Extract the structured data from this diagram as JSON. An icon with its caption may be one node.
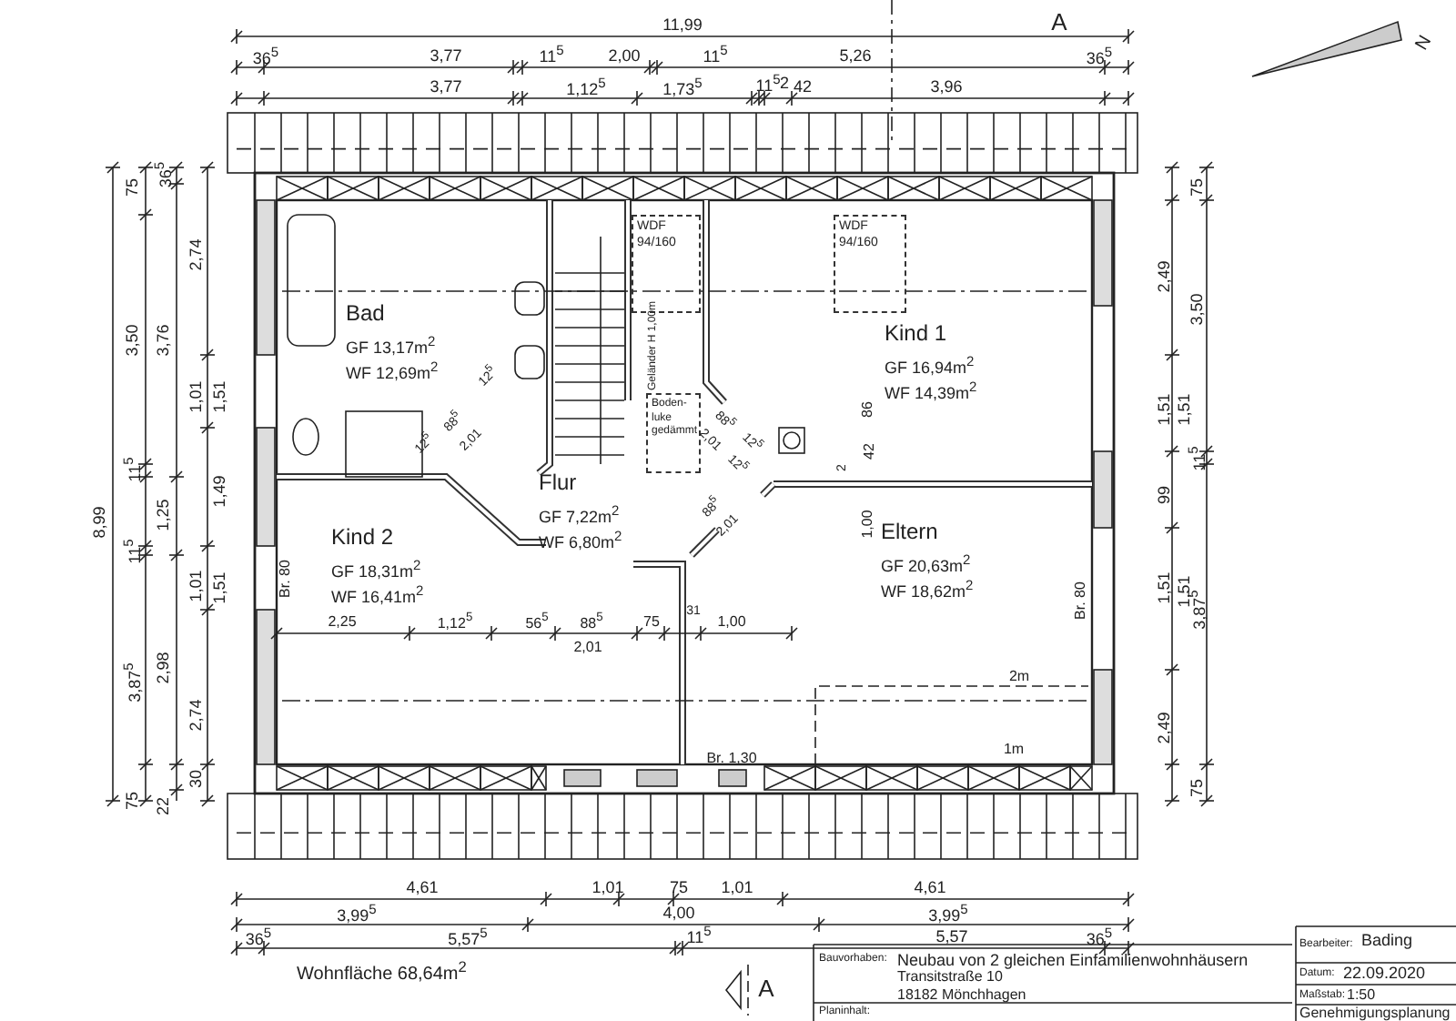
{
  "diagram": {
    "nodes": [
      {
        "text": [
          "Bad",
          "GF 13,17m$^{2}$",
          "WF 12,69m$^{2}$"
        ]
      },
      {
        "text": [
          "WDF 94/160"
        ]
      },
      {
        "text": [
          "WDF 94/160"
        ]
      },
      {
        "text": [
          "Kind 1",
          "GF 16,94m$^{2}$",
          "WF 14,39m$^{2}$"
        ]
      },
      {
        "text": [
          "Boden- luke gedämmt"
        ]
      },
      {
        "text": [
          "Flur",
          "GF 7,22m$^{2}$",
          "WF 6,80m$^{2}$"
        ]
      },
      {
        "text": [
          "Kind 2",
          "GF 18,31m$^{2}$",
          "WF 16,41m$^{2}$"
        ]
      },
      {
        "text": [
          "Eltern",
          "GF 20,63m$^{2}$",
          "WF 18,62m$^{2}$"
        ]
      }
    ],
    "edges": [],
    "labels": [
      "11,99",
      "A",
      "36$^{5}$",
      "3,77",
      "11$^{5}$",
      "2,00",
      "11$^{5}$",
      "5,26",
      "36$^{5}$",
      "3,77",
      "1,12$^{5}$",
      "1,73$^{5}$",
      "11$^{5}$",
      "2",
      "42",
      "3,96",
      "N",
      "8,99",
      "75",
      "3,50",
      "11$^{5}$",
      "11$^{5}$",
      "3,87$^{5}$",
      "75",
      "36$^{5}$",
      "3,76",
      "1,25",
      "2,98",
      "22",
      "2,74",
      "1,01",
      "1,01",
      "2,74",
      "30",
      "1,51",
      "1,49",
      "1,51",
      "12$^{5}$",
      "88$^{5}$",
      "2,01",
      "12$^{5}$",
      "Geländer H 1,00m",
      "88$^{5}$",
      "2,01",
      "12$^{5}$",
      "12$^{5}$",
      "86",
      "42",
      "2",
      "88$^{5}$",
      "2,01",
      "1,00",
      "Br. 80",
      "2,25",
      "1,12$^{5}$",
      "56$^{5}$",
      "88$^{5}$",
      "2,01",
      "75",
      "31",
      "1,00",
      "Br. 80",
      "2m",
      "1m",
      "Br. 1,30",
      "75",
      "2,49",
      "3,50",
      "1,51",
      "1,51",
      "11$^{5}$",
      "99",
      "1,51",
      "1,51",
      "3,87$^{5}$",
      "2,49",
      "75",
      "4,61",
      "1,01",
      "75",
      "1,01",
      "4,61",
      "3,99$^{5}$",
      "4,00",
      "3,99$^{5}$",
      "36$^{5}$",
      "5,57$^{5}$",
      "11$^{5}$",
      "5,57",
      "36$^{5}$",
      "Wohnfläche 68,64m$^{2}$",
      "A",
      "Bauvorhaben:",
      "Neubau von 2 gleichen Einfamilienwohnhäusern",
      "Transitstraße 10",
      "18182 Mönchhagen",
      "Planinhalt:",
      "Bearbeiter:",
      "Bading",
      "Datum:",
      "22.09.2020",
      "Maßstab:",
      "1:50",
      "Genehmigungsplanung"
    ]
  }
}
